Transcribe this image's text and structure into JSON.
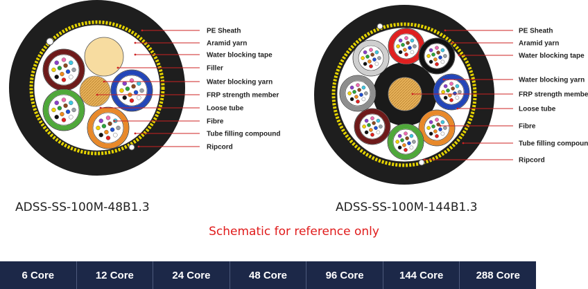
{
  "colors": {
    "sheath": "#1e1e1e",
    "yarn": "#e6d400",
    "inner": "#ffffff",
    "leader": "#cc2222",
    "note": "#e01b1b",
    "bar": "#1c2848",
    "filler": "#f7dca0",
    "frp": "#e8b25a"
  },
  "cable_left": {
    "model": "ADSS-SS-100M-48B1.3",
    "labels": [
      "PE Sheath",
      "Aramid yarn",
      "Water blocking tape",
      "Filler",
      "Water blocking yarn",
      "FRP strength member",
      "Loose tube",
      "Fibre",
      "Tube filling compound",
      "Ripcord"
    ]
  },
  "cable_right": {
    "model": "ADSS-SS-100M-144B1.3",
    "labels": [
      "PE Sheath",
      "Aramid yarn",
      "Water blocking tape",
      "Water blocking yarn",
      "FRP strength member",
      "Loose tube",
      "Fibre",
      "Tube filling compound",
      "Ripcord"
    ]
  },
  "note": "Schematic for reference only",
  "core_tabs": [
    "6 Core",
    "12 Core",
    "24 Core",
    "48 Core",
    "96 Core",
    "144 Core",
    "288 Core"
  ]
}
